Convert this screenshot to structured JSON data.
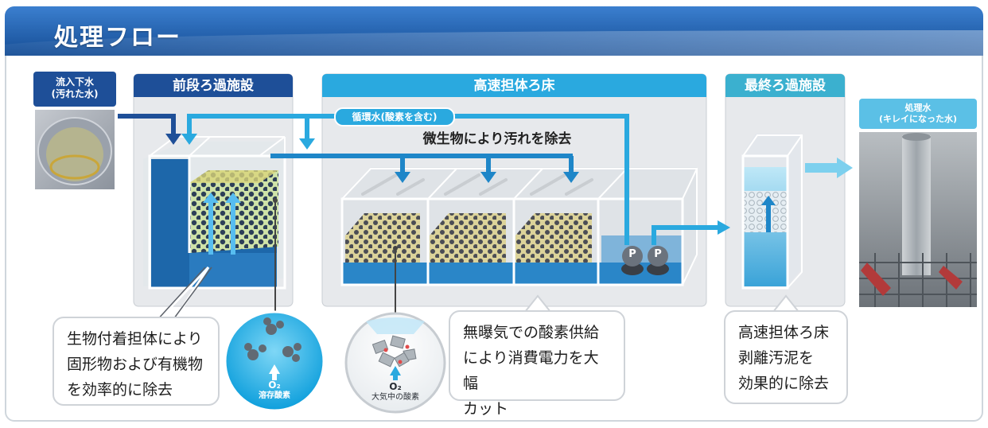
{
  "header": {
    "title": "処理フロー"
  },
  "inflow": {
    "line1": "流入下水",
    "line2": "(汚れた水)"
  },
  "pre_filter": {
    "title": "前段ろ過施設"
  },
  "high_speed": {
    "title": "高速担体ろ床",
    "recirculation": "循環水(酸素を含む)",
    "microbe_text": "微生物により汚れを除去"
  },
  "final_filter": {
    "title": "最終ろ過施設"
  },
  "outflow": {
    "line1": "処理水",
    "line2": "(キレイになった水)"
  },
  "pump_label": "P",
  "circle_dissolved": {
    "formula": "O₂",
    "label": "溶存酸素"
  },
  "circle_air": {
    "formula": "O₂",
    "label": "大気中の酸素"
  },
  "captions": {
    "pre": [
      "生物付着担体により",
      "固形物および有機物",
      "を効率的に除去"
    ],
    "mid": [
      "無曝気での酸素供給",
      "により消費電力を大幅",
      "カット"
    ],
    "final": [
      "高速担体ろ床",
      "剥離汚泥を",
      "効果的に除去"
    ]
  },
  "colors": {
    "header_blue": "#1f5fa8",
    "navy": "#1e4f98",
    "cyan": "#2aa9df",
    "final_teal": "#3bb0cf"
  }
}
